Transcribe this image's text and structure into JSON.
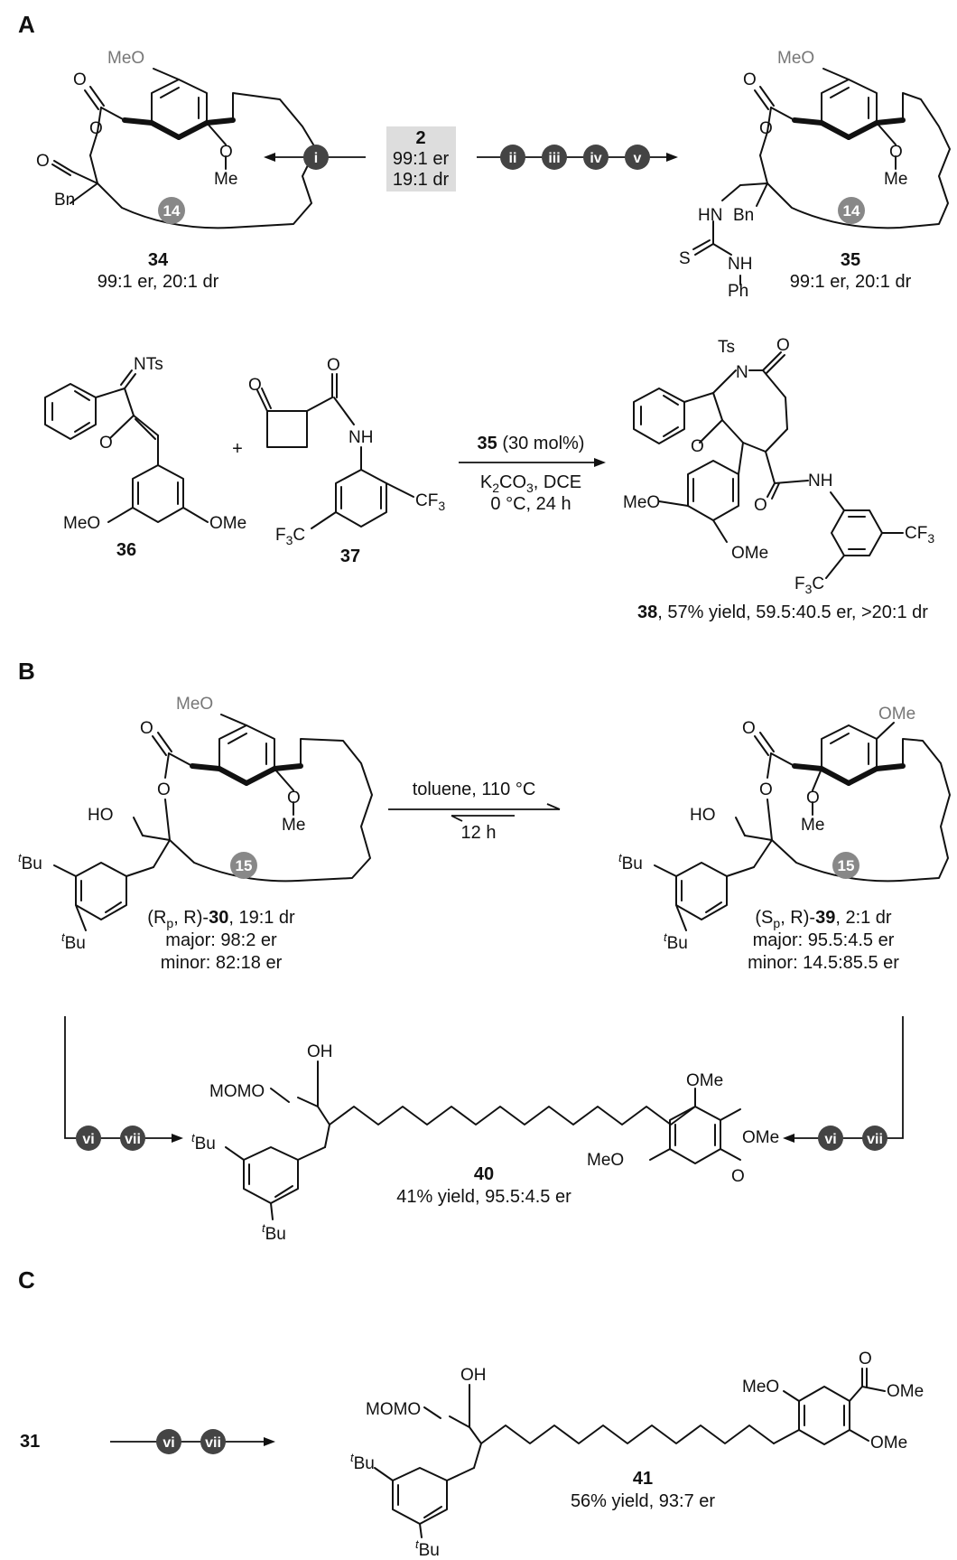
{
  "panels": {
    "a": "A",
    "b": "B",
    "c": "C"
  },
  "colors": {
    "step_badge": "#444444",
    "ring_badge": "#888888",
    "highlight_box": "#dddddd",
    "methoxy_grey": "#777777"
  },
  "steps": {
    "i": "i",
    "ii": "ii",
    "iii": "iii",
    "iv": "iv",
    "v": "v",
    "vi": "vi",
    "vii": "vii"
  },
  "ring_sizes": {
    "r14": "14",
    "r15": "15"
  },
  "start_material": {
    "number": "2",
    "er": "99:1 er",
    "dr": "19:1 dr"
  },
  "compounds": {
    "c30": {
      "prefix": "(R",
      "sub": "p",
      "mid": ", R)-",
      "number": "30",
      "suffix": ", 19:1 dr",
      "major": "major: 98:2 er",
      "minor": "minor: 82:18 er"
    },
    "c31": {
      "number": "31"
    },
    "c34": {
      "number": "34",
      "caption": "99:1 er, 20:1 dr"
    },
    "c35": {
      "number": "35",
      "caption": "99:1 er, 20:1 dr"
    },
    "c36": {
      "number": "36"
    },
    "c37": {
      "number": "37"
    },
    "c38": {
      "number": "38",
      "caption": ", 57% yield, 59.5:40.5 er, >20:1 dr"
    },
    "c39": {
      "prefix": "(S",
      "sub": "p",
      "mid": ", R)-",
      "number": "39",
      "suffix": ", 2:1 dr",
      "major": "major: 95.5:4.5 er",
      "minor": "minor: 14.5:85.5 er"
    },
    "c40": {
      "number": "40",
      "caption": "41% yield, 95.5:4.5 er"
    },
    "c41": {
      "number": "41",
      "caption": "56% yield, 93:7 er"
    }
  },
  "reaction_a": {
    "catalyst_number": "35",
    "catalyst_loading": " (30 mol%)",
    "base_1": "K",
    "base_sub_1": "2",
    "base_2": "CO",
    "base_sub_2": "3",
    "solvent": ", DCE",
    "conditions": "0 °C, 24 h",
    "plus": "+"
  },
  "reaction_b": {
    "above": "toluene, 110 °C",
    "below": "12 h"
  },
  "atoms": {
    "meo": "MeO",
    "ome": "OMe",
    "o": "O",
    "me": "Me",
    "bn": "Bn",
    "ho": "HO",
    "oh": "OH",
    "hn": "HN",
    "nh": "NH",
    "s": "S",
    "ph": "Ph",
    "nts": "NTs",
    "ts": "Ts",
    "n": "N",
    "cf3": "CF",
    "cf3_sub": "3",
    "f3c_f": "F",
    "f3c_sub": "3",
    "f3c_c": "C",
    "momo": "MOMO",
    "t": "t",
    "bu": "Bu"
  }
}
